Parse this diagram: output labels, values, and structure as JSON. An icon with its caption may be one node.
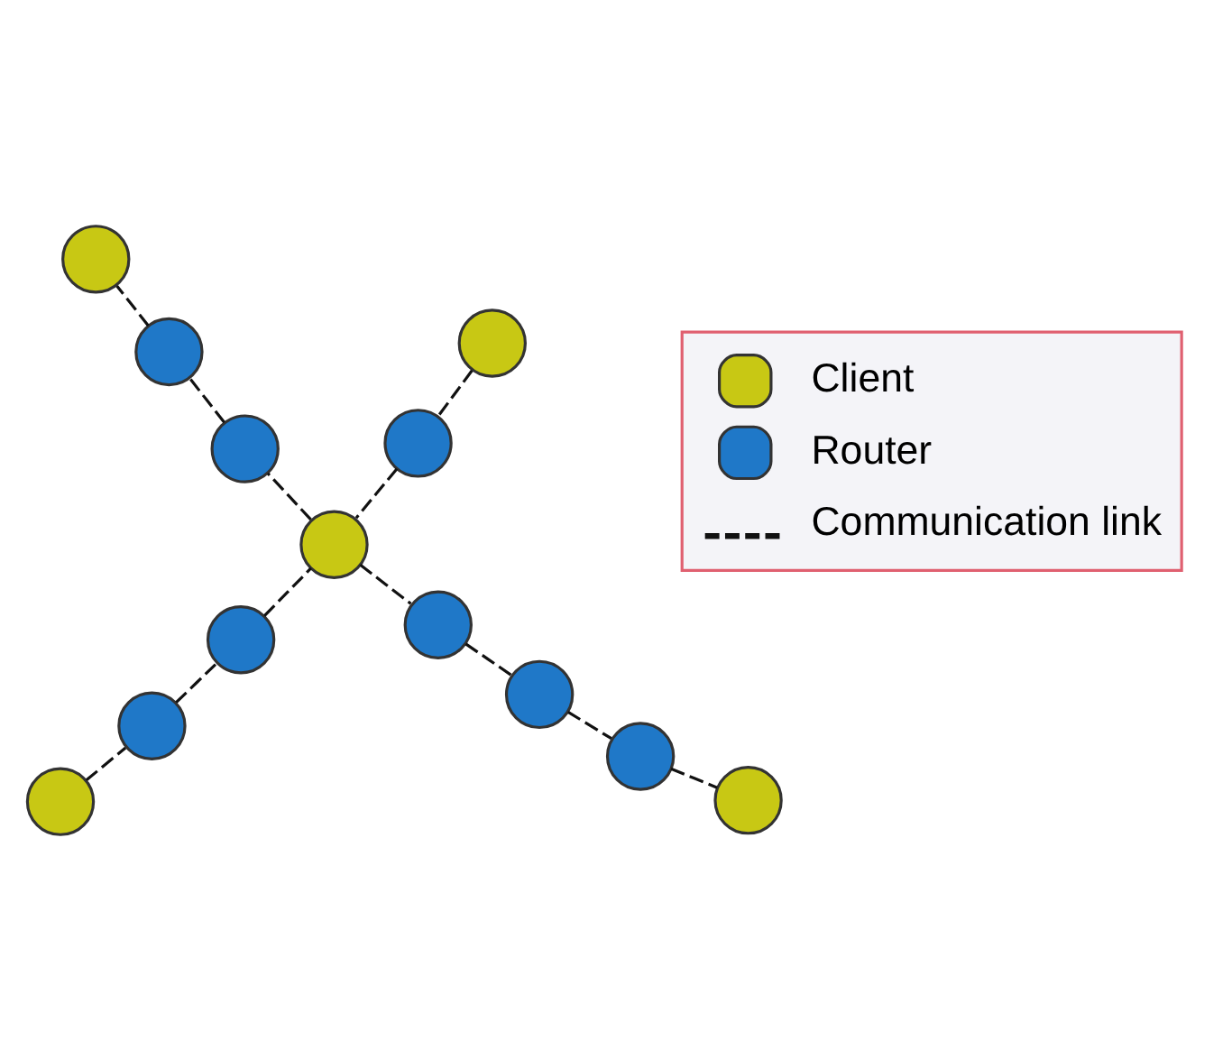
{
  "diagram": {
    "nodes": [
      {
        "text": [],
        "shape": "circle"
      },
      {
        "text": [],
        "shape": "circle"
      },
      {
        "text": [],
        "shape": "circle"
      },
      {
        "text": [],
        "shape": "circle"
      },
      {
        "text": [],
        "shape": "circle"
      },
      {
        "text": [],
        "shape": "circle"
      },
      {
        "text": [],
        "shape": "circle"
      },
      {
        "text": [],
        "shape": "circle"
      },
      {
        "text": [],
        "shape": "circle"
      },
      {
        "text": [],
        "shape": "circle"
      },
      {
        "text": [],
        "shape": "circle"
      },
      {
        "text": [],
        "shape": "circle"
      },
      {
        "text": [],
        "shape": "circle"
      }
    ],
    "edges": [
      {
        "from": 0,
        "to": 2,
        "arrow": "none",
        "style": "dashed"
      },
      {
        "from": 2,
        "to": 4,
        "arrow": "none",
        "style": "dashed"
      },
      {
        "from": 4,
        "to": 5,
        "arrow": "none",
        "style": "dashed"
      },
      {
        "from": 1,
        "to": 3,
        "arrow": "none",
        "style": "dashed"
      },
      {
        "from": 3,
        "to": 5,
        "arrow": "none",
        "style": "dashed"
      },
      {
        "from": 5,
        "to": 6,
        "arrow": "none",
        "style": "dashed"
      },
      {
        "from": 6,
        "to": 8,
        "arrow": "none",
        "style": "dashed"
      },
      {
        "from": 8,
        "to": 10,
        "arrow": "none",
        "style": "dashed"
      },
      {
        "from": 10,
        "to": 12,
        "arrow": "none",
        "style": "dashed"
      },
      {
        "from": 5,
        "to": 7,
        "arrow": "none",
        "style": "dashed"
      },
      {
        "from": 7,
        "to": 9,
        "arrow": "none",
        "style": "dashed"
      },
      {
        "from": 9,
        "to": 11,
        "arrow": "none",
        "style": "dashed"
      }
    ],
    "legend": [
      {
        "text": "Client",
        "color": "#c8c814"
      },
      {
        "text": "Router",
        "color": "#1f78c8"
      },
      {
        "text": "Communication link"
      }
    ]
  }
}
